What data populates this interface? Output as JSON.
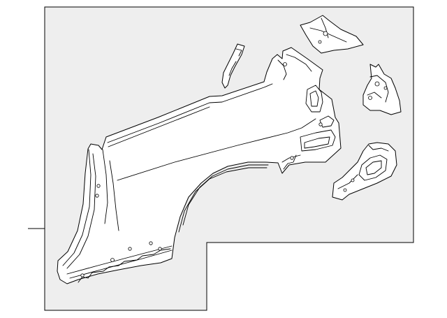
{
  "diagram": {
    "background_color": "#eeeeee",
    "line_color": "#000000",
    "part_fill_color": "#ffffff",
    "parts": [
      "quarter-panel",
      "pillar-reinforcement",
      "upper-bracket",
      "rear-upper-bracket",
      "rear-bracket",
      "lower-rear-bracket"
    ]
  }
}
